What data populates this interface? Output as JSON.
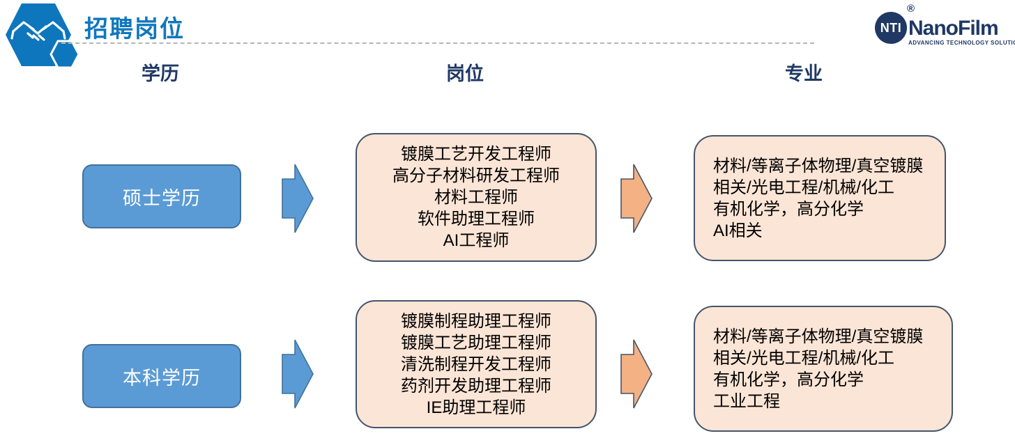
{
  "slide": {
    "title": "招聘岗位"
  },
  "logo": {
    "monogram": "NTI",
    "wordmark": "NanoFilm",
    "registered": "®",
    "tagline": "ADVANCING TECHNOLOGY SOLUTIONS"
  },
  "columns": {
    "education": "学历",
    "position": "岗位",
    "major": "专业"
  },
  "rows": [
    {
      "education": "硕士学历",
      "positions": [
        "镀膜工艺开发工程师",
        "高分子材料研发工程师",
        "材料工程师",
        "软件助理工程师",
        "AI工程师"
      ],
      "majors": [
        "材料/等离子体物理/真空镀膜",
        "相关/光电工程/机械/化工",
        "有机化学，高分化学",
        "AI相关"
      ]
    },
    {
      "education": "本科学历",
      "positions": [
        "镀膜制程助理工程师",
        "镀膜工艺助理工程师",
        "清洗制程开发工程师",
        "药剂开发助理工程师",
        "IE助理工程师"
      ],
      "majors": [
        "材料/等离子体物理/真空镀膜",
        "相关/光电工程/机械/化工",
        "有机化学，高分化学",
        "工业工程"
      ]
    }
  ],
  "colors": {
    "accent_blue": "#0e76bc",
    "title_blue": "#1177be",
    "shape_blue_fill": "#5b9bd5",
    "shape_blue_border": "#41719c",
    "peach_fill": "#fbe5d6",
    "peach_border": "#44546a",
    "orange_arrow_fill": "#f4b183",
    "navy_text": "#1f3864",
    "divider_gray": "#b5b5b5"
  }
}
